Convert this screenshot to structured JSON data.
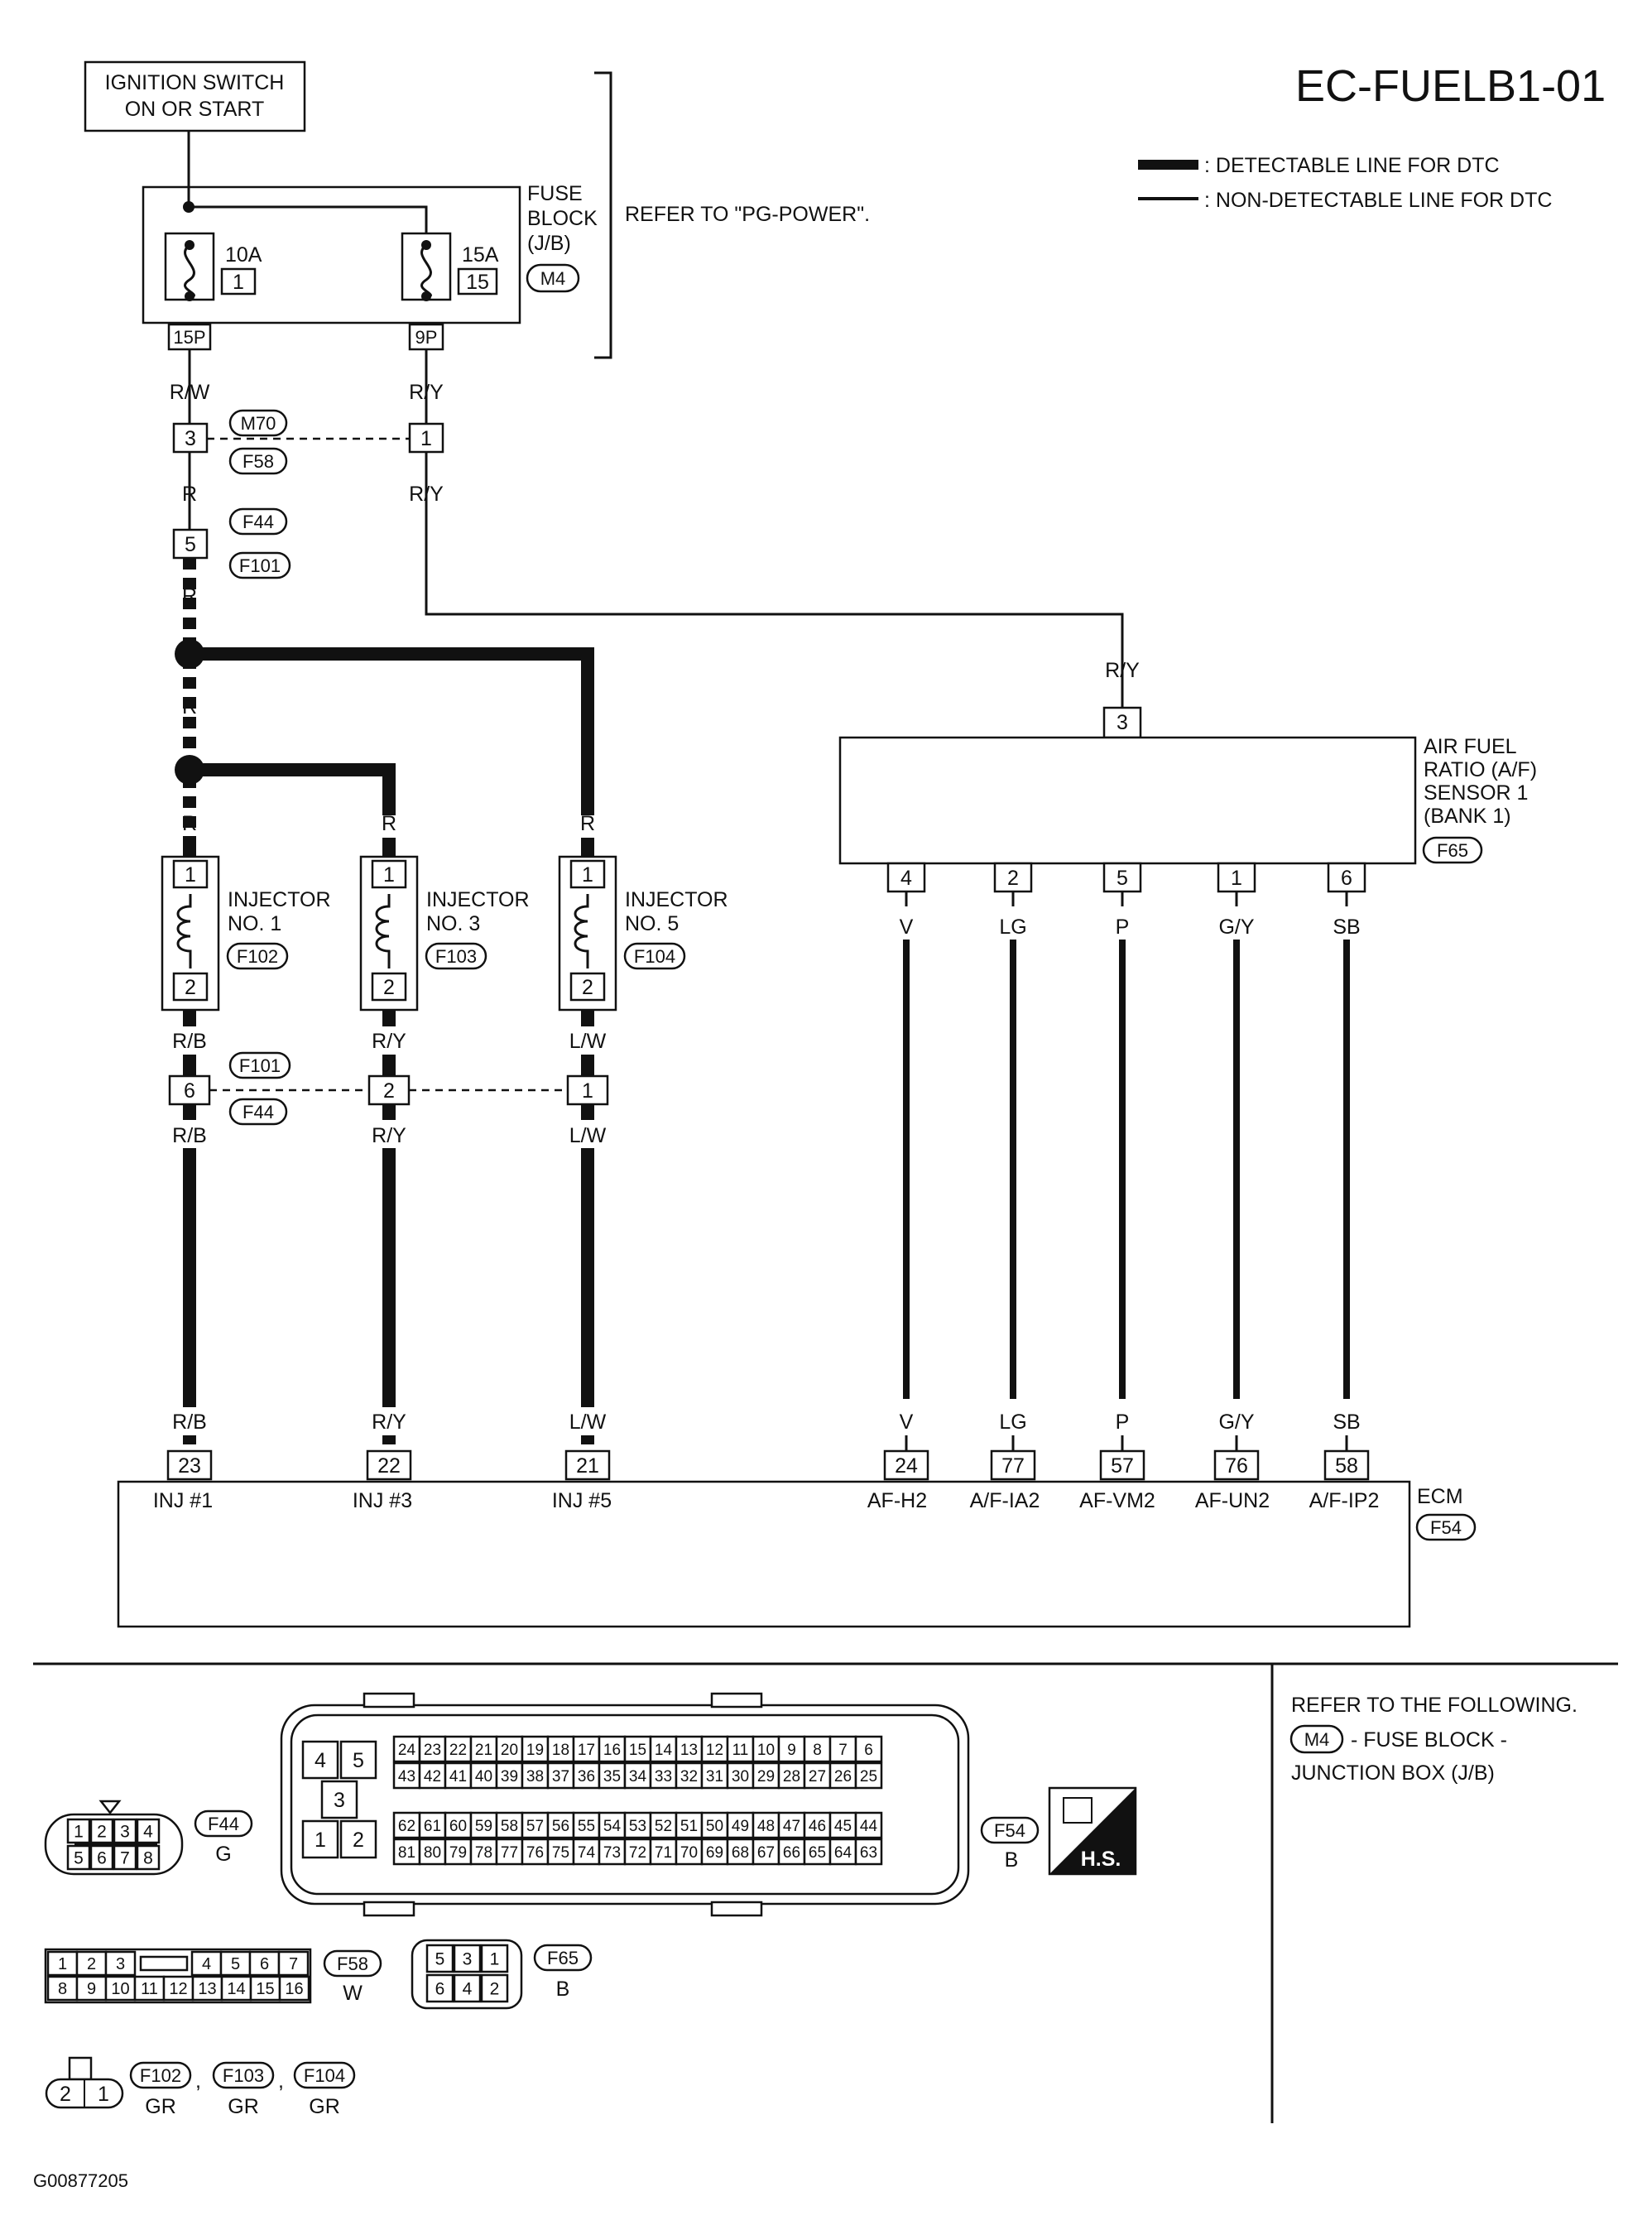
{
  "title": "EC-FUELB1-01",
  "figure_id": "G00877205",
  "legend": {
    "detectable": ": DETECTABLE LINE FOR DTC",
    "non_detectable": ": NON-DETECTABLE LINE FOR DTC"
  },
  "ignition": {
    "line1": "IGNITION SWITCH",
    "line2": "ON OR START"
  },
  "fuse_block": {
    "line1": "FUSE",
    "line2": "BLOCK",
    "line3": "(J/B)",
    "connector": "M4",
    "refer": "REFER TO \"PG-POWER\".",
    "fuse1_amp": "10A",
    "fuse1_num": "1",
    "fuse1_pin": "15P",
    "fuse2_amp": "15A",
    "fuse2_num": "15",
    "fuse2_pin": "9P"
  },
  "wires": {
    "rw": "R/W",
    "ry": "R/Y",
    "r": "R",
    "rb": "R/B",
    "lw": "L/W",
    "v": "V",
    "lg": "LG",
    "p": "P",
    "gy": "G/Y",
    "sb": "SB"
  },
  "connectors": {
    "m70": "M70",
    "f58": "F58",
    "f44": "F44",
    "f101": "F101",
    "pin3": "3",
    "pin1": "1",
    "pin5": "5",
    "pin6": "6",
    "pin2": "2"
  },
  "injectors": [
    {
      "line1": "INJECTOR",
      "line2": "NO. 1",
      "conn": "F102",
      "pin_top": "1",
      "pin_bot": "2"
    },
    {
      "line1": "INJECTOR",
      "line2": "NO. 3",
      "conn": "F103",
      "pin_top": "1",
      "pin_bot": "2"
    },
    {
      "line1": "INJECTOR",
      "line2": "NO. 5",
      "conn": "F104",
      "pin_top": "1",
      "pin_bot": "2"
    }
  ],
  "af_sensor": {
    "line1": "AIR FUEL",
    "line2": "RATIO (A/F)",
    "line3": "SENSOR 1",
    "line4": "(BANK 1)",
    "conn": "F65",
    "pin_in": "3",
    "pins": [
      "4",
      "2",
      "5",
      "1",
      "6"
    ]
  },
  "ecm": {
    "label": "ECM",
    "conn": "F54",
    "pins": [
      {
        "num": "23",
        "name": "INJ #1"
      },
      {
        "num": "22",
        "name": "INJ #3"
      },
      {
        "num": "21",
        "name": "INJ #5"
      },
      {
        "num": "24",
        "name": "AF-H2"
      },
      {
        "num": "77",
        "name": "A/F-IA2"
      },
      {
        "num": "57",
        "name": "AF-VM2"
      },
      {
        "num": "76",
        "name": "AF-UN2"
      },
      {
        "num": "58",
        "name": "A/F-IP2"
      }
    ]
  },
  "refer_box": {
    "line1": "REFER TO THE FOLLOWING.",
    "conn": "M4",
    "line2": "- FUSE BLOCK -",
    "line3": "JUNCTION BOX (J/B)"
  },
  "connector_views": {
    "f44": {
      "name": "F44",
      "color": "G",
      "top": [
        "1",
        "2",
        "3",
        "4"
      ],
      "bottom": [
        "5",
        "6",
        "7",
        "8"
      ]
    },
    "f54": {
      "name": "F54",
      "color": "B",
      "left": [
        "4",
        "5",
        "3",
        "1",
        "2"
      ],
      "row1": [
        "24",
        "23",
        "22",
        "21",
        "20",
        "19",
        "18",
        "17",
        "16",
        "15",
        "14",
        "13",
        "12",
        "11",
        "10",
        "9",
        "8",
        "7",
        "6"
      ],
      "row2": [
        "43",
        "42",
        "41",
        "40",
        "39",
        "38",
        "37",
        "36",
        "35",
        "34",
        "33",
        "32",
        "31",
        "30",
        "29",
        "28",
        "27",
        "26",
        "25"
      ],
      "row3": [
        "62",
        "61",
        "60",
        "59",
        "58",
        "57",
        "56",
        "55",
        "54",
        "53",
        "52",
        "51",
        "50",
        "49",
        "48",
        "47",
        "46",
        "45",
        "44"
      ],
      "row4": [
        "81",
        "80",
        "79",
        "78",
        "77",
        "76",
        "75",
        "74",
        "73",
        "72",
        "71",
        "70",
        "69",
        "68",
        "67",
        "66",
        "65",
        "64",
        "63"
      ]
    },
    "hs": "H.S.",
    "f58": {
      "name": "F58",
      "color": "W",
      "top_a": [
        "1",
        "2",
        "3"
      ],
      "top_b": [
        "4",
        "5",
        "6",
        "7"
      ],
      "bottom": [
        "8",
        "9",
        "10",
        "11",
        "12",
        "13",
        "14",
        "15",
        "16"
      ]
    },
    "f65": {
      "name": "F65",
      "color": "B",
      "top": [
        "5",
        "3",
        "1"
      ],
      "bottom": [
        "6",
        "4",
        "2"
      ]
    },
    "f102": {
      "name": "F102",
      "color": "GR",
      "pins": [
        "2",
        "1"
      ]
    },
    "f103": {
      "name": "F103",
      "color": "GR"
    },
    "f104": {
      "name": "F104",
      "color": "GR"
    },
    "comma": ","
  }
}
